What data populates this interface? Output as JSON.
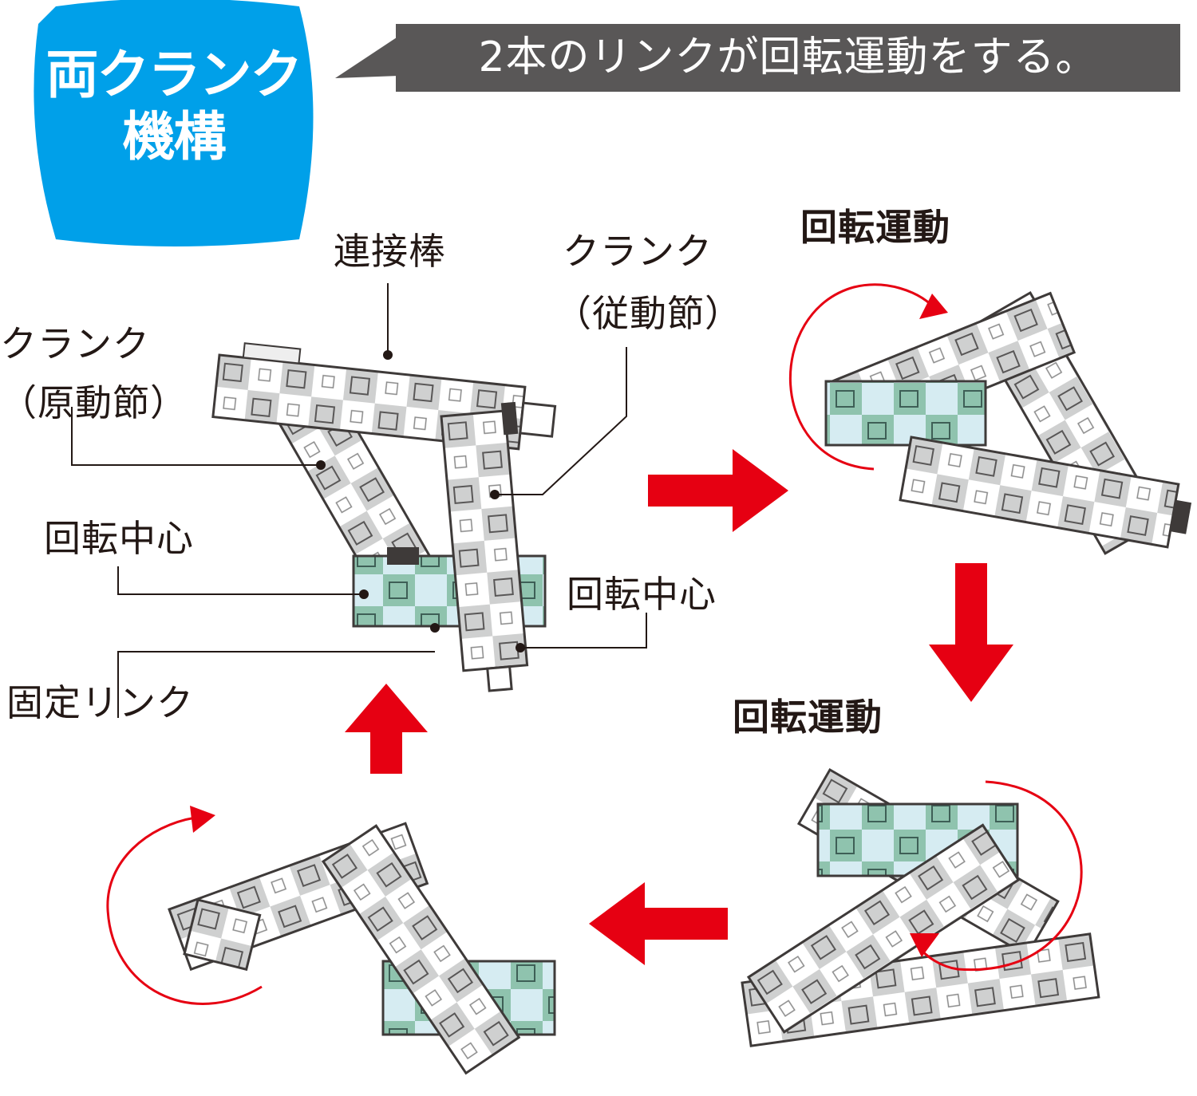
{
  "title_badge": {
    "line1": "両クランク",
    "line2": "機構",
    "color": "#00a0e9"
  },
  "caption": {
    "text": "2本のリンクが回転運動をする。",
    "color": "#595757"
  },
  "labels": {
    "connecting_rod": "連接棒",
    "crank_driven": "クランク",
    "crank_driven_note": "（従動節）",
    "crank_driver": "クランク",
    "crank_driver_note": "（原動節）",
    "pivot_left": "回転中心",
    "pivot_right": "回転中心",
    "fixed_link": "固定リンク",
    "rotation_top": "回転運動",
    "rotation_bottom": "回転運動"
  },
  "colors": {
    "arrow_red": "#e60012",
    "rotation_stroke": "#e60012",
    "fixed_block_green": "#8fc3ae",
    "fixed_block_light": "#d6ecf2"
  },
  "sequence_arrows": [
    "right",
    "down",
    "left",
    "up"
  ]
}
